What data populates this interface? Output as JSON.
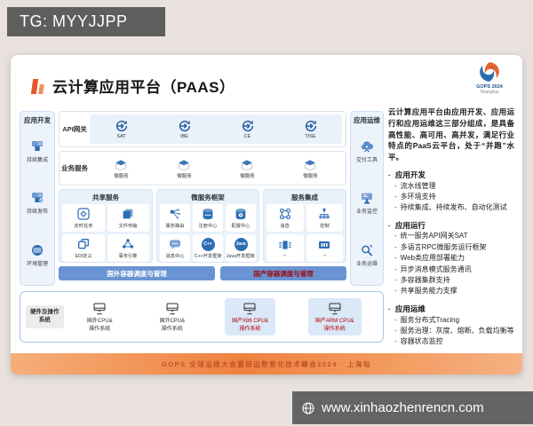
{
  "overlay": {
    "tg_label": "TG: MYYJJPP",
    "watermark": "www.xinhaozhenrencn.com"
  },
  "slide": {
    "title": "云计算应用平台（PAAS）",
    "logo": {
      "name": "GOPS 2024",
      "sub": "Shanghai"
    },
    "footer": "GOPS 全球运维大会暨研运数智化技术峰会2024 · 上海站",
    "colors": {
      "accent_blue": "#2e6db4",
      "bar_blue": "#6a93d3",
      "domestic_red": "#b30000",
      "footer_orange": "#ef813f"
    },
    "diagram": {
      "left_strip": {
        "title": "应用开发",
        "items": [
          {
            "label": "持续集成"
          },
          {
            "label": "持续发布"
          },
          {
            "label": "环境管理"
          }
        ]
      },
      "api_row": {
        "label": "API网关",
        "items": [
          {
            "label": "SAT"
          },
          {
            "label": "IBE"
          },
          {
            "label": "CE"
          },
          {
            "label": "TISE"
          }
        ]
      },
      "biz_row": {
        "label": "业务服务",
        "items": [
          {
            "label": "微服务"
          },
          {
            "label": "微服务"
          },
          {
            "label": "微服务"
          },
          {
            "label": "微服务"
          }
        ]
      },
      "panels": {
        "shared": {
          "title": "共享服务",
          "items": [
            {
              "label": "定时任务"
            },
            {
              "label": "文件传输"
            },
            {
              "label": "EDI定义"
            },
            {
              "label": "事务引擎"
            }
          ]
        },
        "framework": {
          "title": "微服务框架",
          "items": [
            {
              "label": "服务路由"
            },
            {
              "label": "注册中心"
            },
            {
              "label": "配置中心"
            },
            {
              "label": "消息中心"
            },
            {
              "label": "C++开发框架",
              "badge": "C++"
            },
            {
              "label": "Java开发框架",
              "badge": "Java"
            }
          ]
        },
        "integration": {
          "title": "服务集成",
          "items": [
            {
              "label": "消息"
            },
            {
              "label": "控制"
            },
            {
              "label": "–"
            },
            {
              "label": "–"
            }
          ]
        }
      },
      "bars": [
        {
          "label": "国外容器调度与管理"
        },
        {
          "label": "国产容器调度与管理"
        }
      ],
      "right_strip": {
        "title": "应用运维",
        "items": [
          {
            "label": "交付工具"
          },
          {
            "label": "业务监控"
          },
          {
            "label": "业务运维"
          }
        ]
      },
      "hardware": {
        "label_line1": "硬件及操作",
        "label_line2": "系统",
        "items": [
          {
            "line1": "国外CPU&",
            "line2": "操作系统"
          },
          {
            "line1": "国外CPU&",
            "line2": "操作系统"
          },
          {
            "line1": "国产X86 CPU&",
            "line2": "操作系统"
          },
          {
            "line1": "国产ARM CPU&",
            "line2": "操作系统"
          }
        ]
      }
    },
    "right_column": {
      "intro": "云计算应用平台由应用开发、应用运行和应用运维这三部分组成，是具备高性能、高可用、高并发，满足行业特点的PaaS云平台，处于“并跑”水平。",
      "sections": [
        {
          "title": "应用开发",
          "bullets": [
            "流水线管理",
            "多环境支持",
            "持续集成、持续发布、自动化测试"
          ]
        },
        {
          "title": "应用运行",
          "bullets": [
            "统一服务API网关SAT",
            "多语言RPC微服务运行框架",
            "Web类应用部署能力",
            "异步消息模式服务通讯",
            "多容器集群支持",
            "共享服务能力支撑"
          ]
        },
        {
          "title": "应用运维",
          "bullets": [
            "服务分布式Tracing",
            "服务治理：灰度、熔断、负载均衡等",
            "容器状态监控"
          ]
        }
      ]
    }
  }
}
